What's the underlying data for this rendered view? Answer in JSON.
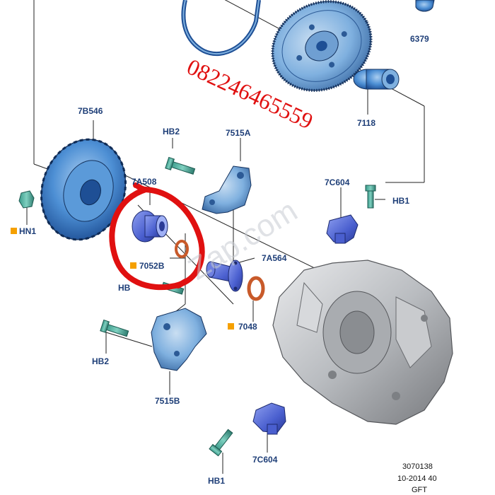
{
  "labels": {
    "l6379": "6379",
    "l7118": "7118",
    "l7B546": "7B546",
    "hb2_top": "HB2",
    "l7515A": "7515A",
    "l7A508": "7A508",
    "l7C604_top": "7C604",
    "hb1_top": "HB1",
    "hn1": "HN1",
    "l7052B": "7052B",
    "l7A564": "7A564",
    "hb_partial": "HB",
    "l7048": "7048",
    "hb2_bottom": "HB2",
    "l7515B": "7515B",
    "l7C604_bottom": "7C604",
    "hb1_bottom": "HB1"
  },
  "overlay": {
    "phone": "082246465559",
    "watermark": "Zap.com"
  },
  "footer": {
    "figure_no": "3070138",
    "date_code": "10-2014 40",
    "model": "GFT"
  },
  "colors": {
    "label": "#1f3f78",
    "part_blue": "#4a8fd6",
    "part_light_blue": "#7fb0df",
    "seal_orange": "#c85a2a",
    "marker_orange": "#f5a000",
    "annotation_red": "#e01010",
    "casing_gray": "#b9bcc0"
  },
  "icons": [
    "flexplate",
    "clutch-pressure-plate",
    "release-bearing",
    "transmission-case",
    "bolt",
    "seal",
    "actuator",
    "bracket"
  ]
}
